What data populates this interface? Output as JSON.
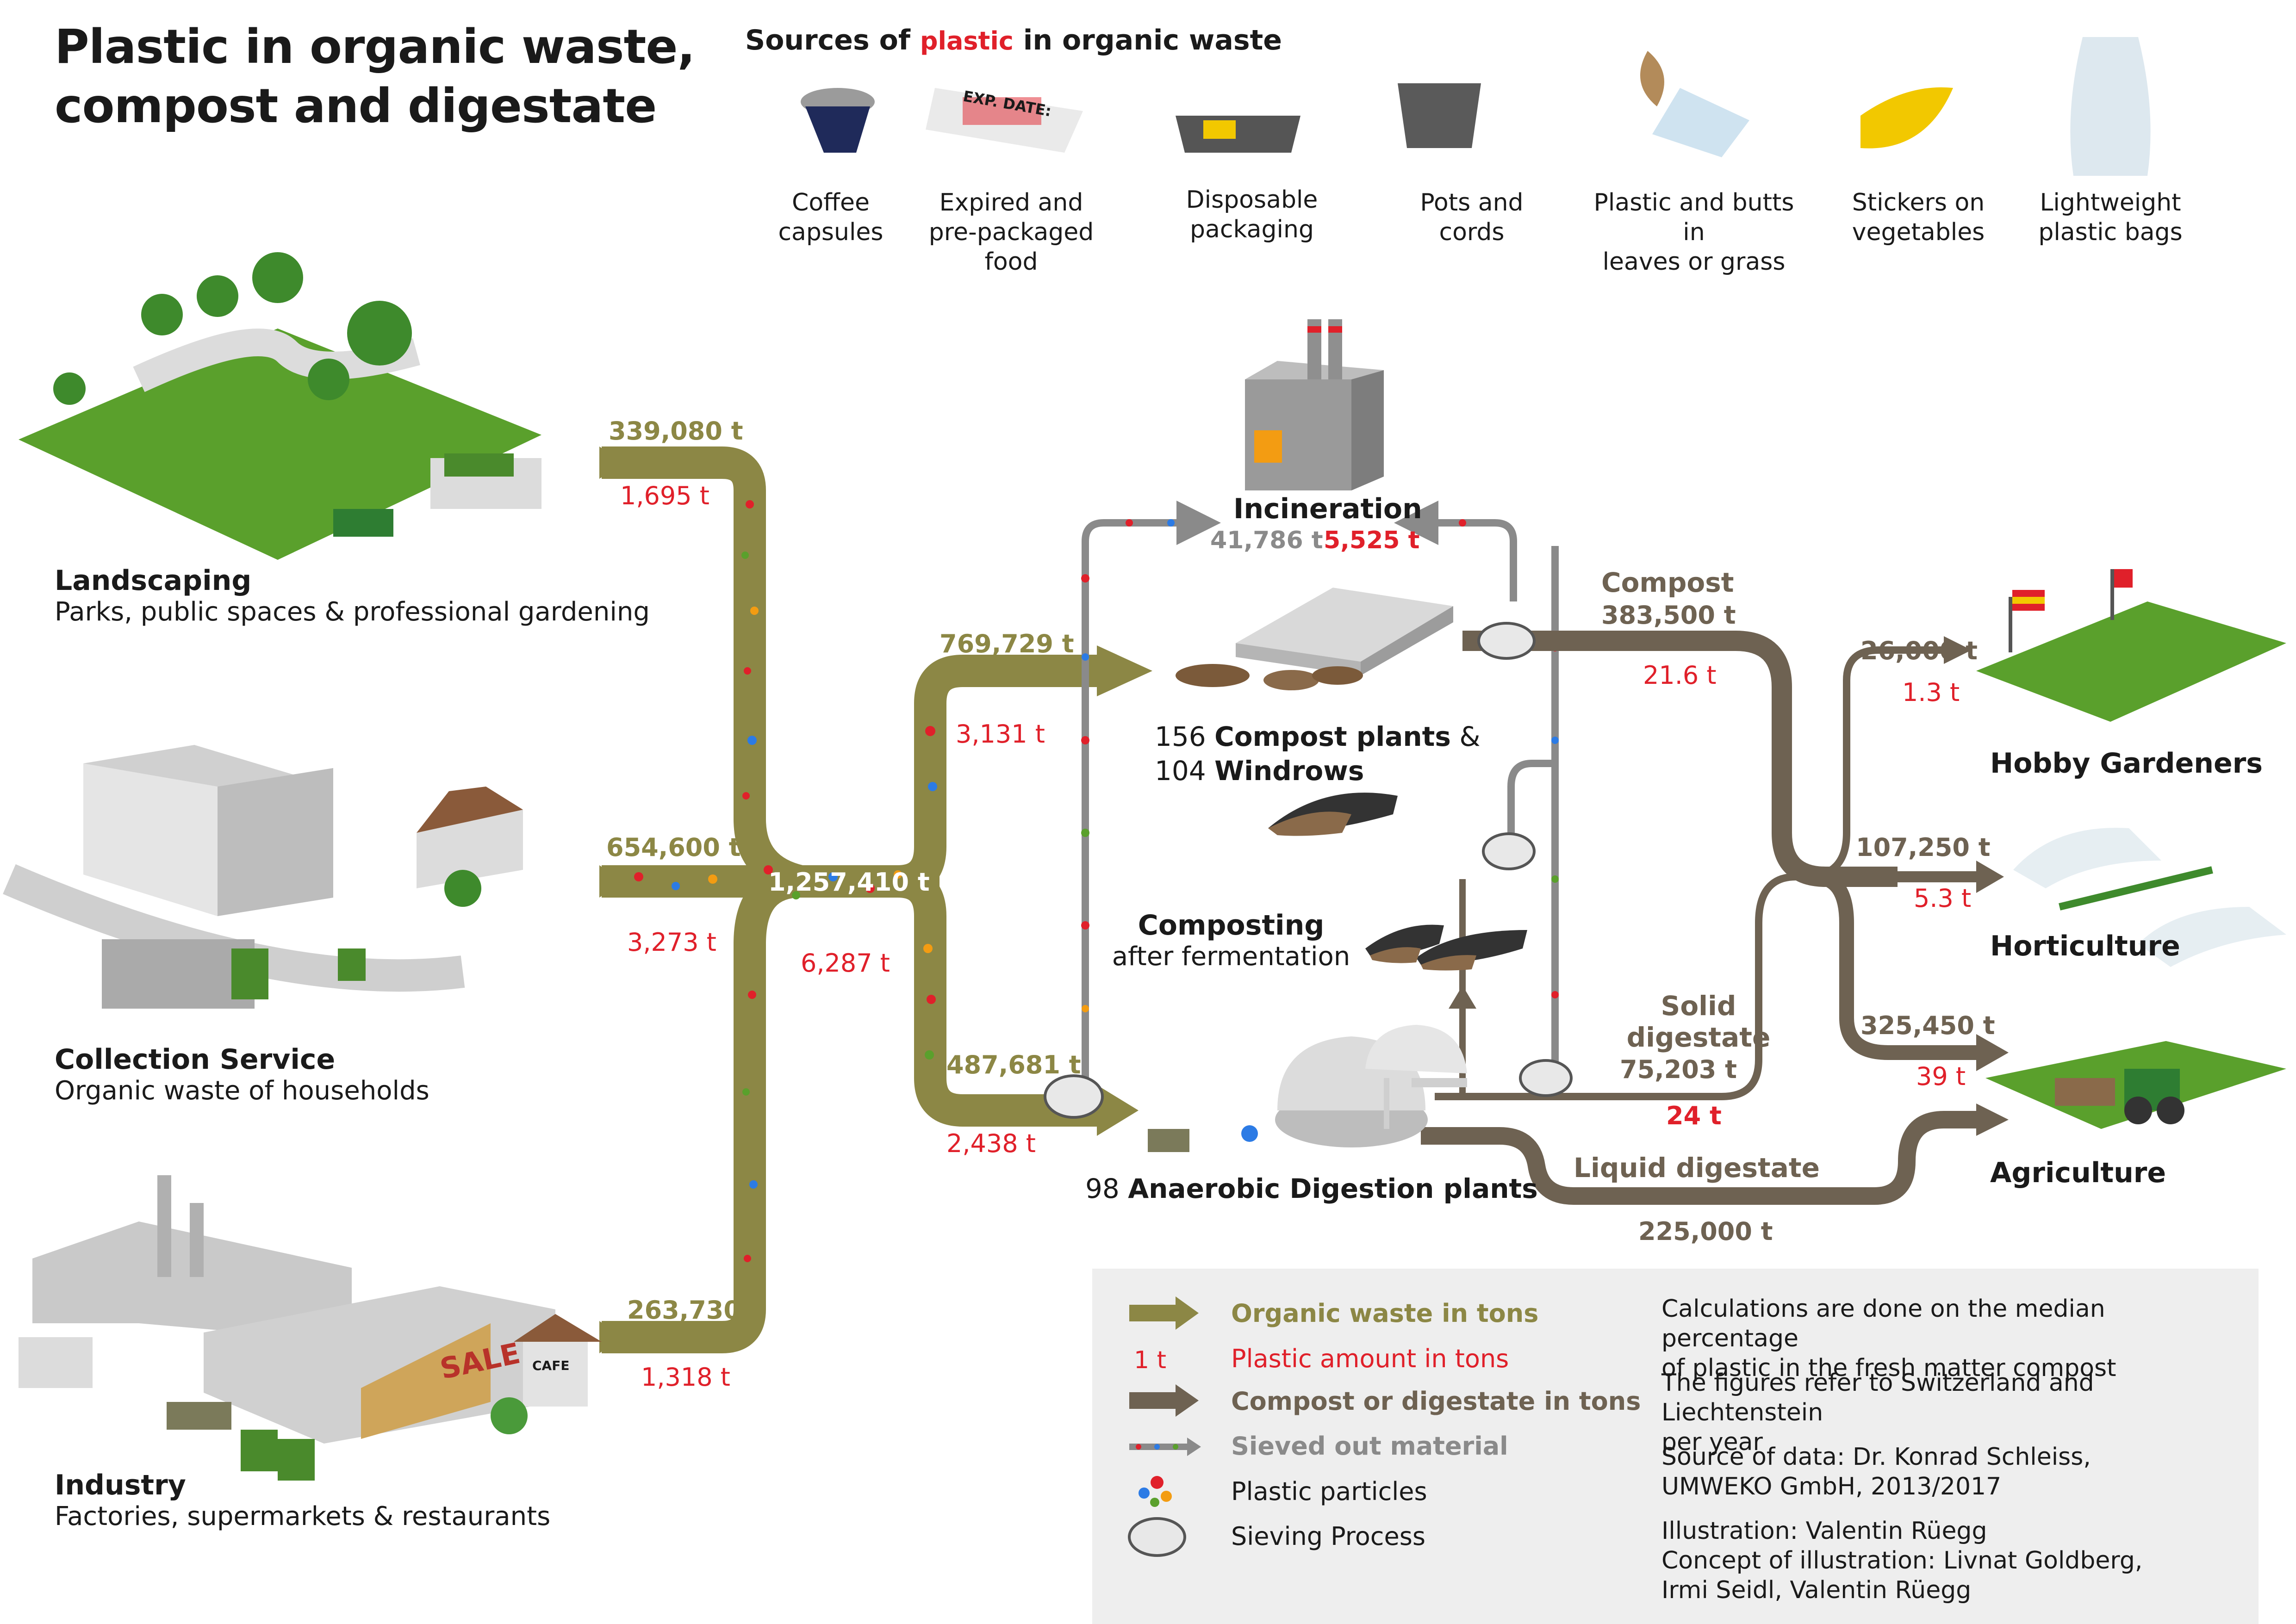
{
  "title": [
    "Plastic in organic waste,",
    "compost and digestate"
  ],
  "sources": {
    "heading_pre": "Sources of ",
    "heading_red": "plastic",
    "heading_post": " in organic waste",
    "items": [
      {
        "icon": "coffee-capsule-icon",
        "label": [
          "Coffee",
          "capsules"
        ]
      },
      {
        "icon": "packaged-food-icon",
        "label": [
          "Expired and",
          "pre-packaged food"
        ],
        "icon_text": "EXP. DATE:"
      },
      {
        "icon": "disposable-tray-icon",
        "label": [
          "Disposable",
          "packaging"
        ]
      },
      {
        "icon": "plant-pot-icon",
        "label": [
          "Pots and",
          "cords"
        ]
      },
      {
        "icon": "leaf-bottle-icon",
        "label": [
          "Plastic and butts in",
          "leaves or grass"
        ]
      },
      {
        "icon": "banana-sticker-icon",
        "label": [
          "Stickers on",
          "vegetables"
        ]
      },
      {
        "icon": "plastic-bag-icon",
        "label": [
          "Lightweight",
          "plastic bags"
        ]
      }
    ]
  },
  "origins": {
    "landscaping": {
      "name": "Landscaping",
      "desc": "Parks, public spaces & professional gardening",
      "organic": "339,080 t",
      "plastic": "1,695 t"
    },
    "collection": {
      "name": "Collection Service",
      "desc": "Organic waste of households",
      "organic": "654,600 t",
      "plastic": "3,273 t"
    },
    "industry": {
      "name": "Industry",
      "desc": "Factories, supermarkets & restaurants",
      "organic": "263,730 t",
      "plastic": "1,318 t",
      "sale_sign": "SALE",
      "cafe_sign": "CAFE"
    }
  },
  "total": {
    "organic": "1,257,410 t",
    "plastic": "6,287 t"
  },
  "to_compost": {
    "organic": "769,729 t",
    "plastic": "3,131 t"
  },
  "to_digestion": {
    "organic": "487,681 t",
    "plastic": "2,438 t"
  },
  "incineration": {
    "name": "Incineration",
    "organic": "41,786 t",
    "plastic": "5,525 t"
  },
  "compost_plants": {
    "count_plants": "156",
    "plants_label": "Compost plants",
    "amp": "&",
    "count_windrows": "104",
    "windrows_label": "Windrows"
  },
  "composting_after": {
    "name": "Composting",
    "sub": "after fermentation"
  },
  "digestion_plants": {
    "count": "98",
    "label": "Anaerobic Digestion plants"
  },
  "compost_out": {
    "name": "Compost",
    "organic": "383,500 t",
    "plastic": "21.6 t"
  },
  "solid_digestate": {
    "name": [
      "Solid",
      "digestate"
    ],
    "organic": "75,203 t",
    "plastic": "24 t"
  },
  "liquid_digestate": {
    "name": "Liquid digestate",
    "organic": "225,000 t"
  },
  "destinations": {
    "hobby": {
      "name": "Hobby Gardeners",
      "organic": "26,000 t",
      "plastic": "1.3 t"
    },
    "horticulture": {
      "name": "Horticulture",
      "organic": "107,250 t",
      "plastic": "5.3 t"
    },
    "agriculture": {
      "name": "Agriculture",
      "organic": "325,450 t",
      "plastic": "39 t"
    }
  },
  "legend": {
    "organic": "Organic waste in tons",
    "plastic_sample": "1 t",
    "plastic": "Plastic amount in tons",
    "compost": "Compost or digestate in tons",
    "sieved": "Sieved out material",
    "particles": "Plastic particles",
    "sieving": "Sieving Process"
  },
  "notes": {
    "calc": [
      "Calculations are done on the median percentage",
      "of plastic in the fresh matter compost"
    ],
    "region": [
      "The figures refer to Switzerland and Liechtenstein",
      "per year"
    ],
    "source": [
      "Source of data: Dr. Konrad Schleiss,",
      "UMWEKO GmbH, 2013/2017"
    ],
    "credits": [
      "Illustration: Valentin Rüegg",
      "Concept of illustration: Livnat Goldberg,",
      "Irmi Seidl, Valentin Rüegg"
    ]
  },
  "colors": {
    "olive": "#8c8745",
    "brown": "#6e6252",
    "red": "#e0202a",
    "sieved": "#8a8a8a",
    "grass": "#5aa02c"
  }
}
